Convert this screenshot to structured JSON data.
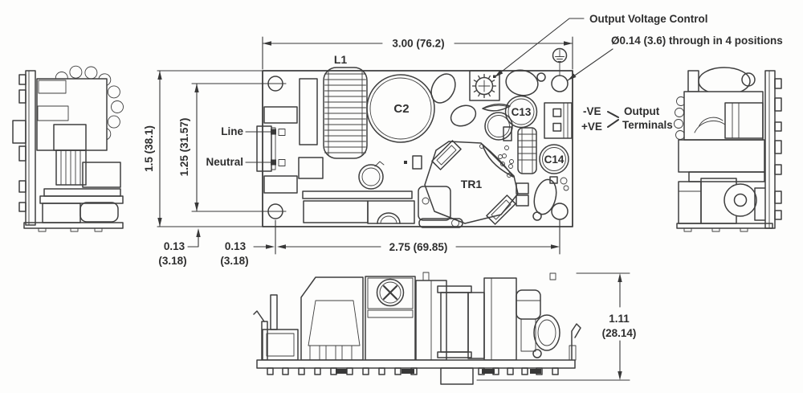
{
  "diagram": {
    "type": "mechanical-drawing-power-supply-pcb",
    "annotations": {
      "output_voltage_control": "Output Voltage Control",
      "through_holes": "Ø0.14 (3.6) through in 4 positions",
      "line_terminal": "Line",
      "neutral_terminal": "Neutral",
      "neg_terminal": "-VE",
      "pos_terminal": "+VE",
      "output_terminals_1": "Output",
      "output_terminals_2": "Terminals"
    },
    "component_labels": {
      "l1": "L1",
      "c2": "C2",
      "c13": "C13",
      "c14": "C14",
      "tr1": "TR1"
    },
    "dimensions": {
      "board_width": "3.00 (76.2)",
      "board_height": "1.5 (38.1)",
      "hole_pitch_vertical": "1.25 (31.57)",
      "hole_offset_vertical": "0.13",
      "hole_offset_vertical_mm": "(3.18)",
      "hole_offset_horizontal": "0.13",
      "hole_offset_horizontal_mm": "(3.18)",
      "hole_pitch_horizontal": "2.75 (69.85)",
      "profile_height": "1.11",
      "profile_height_mm": "(28.14)"
    },
    "colors": {
      "line": "#3e3e3e",
      "text": "#2f2f2f",
      "background": "#fdfdfc"
    }
  }
}
